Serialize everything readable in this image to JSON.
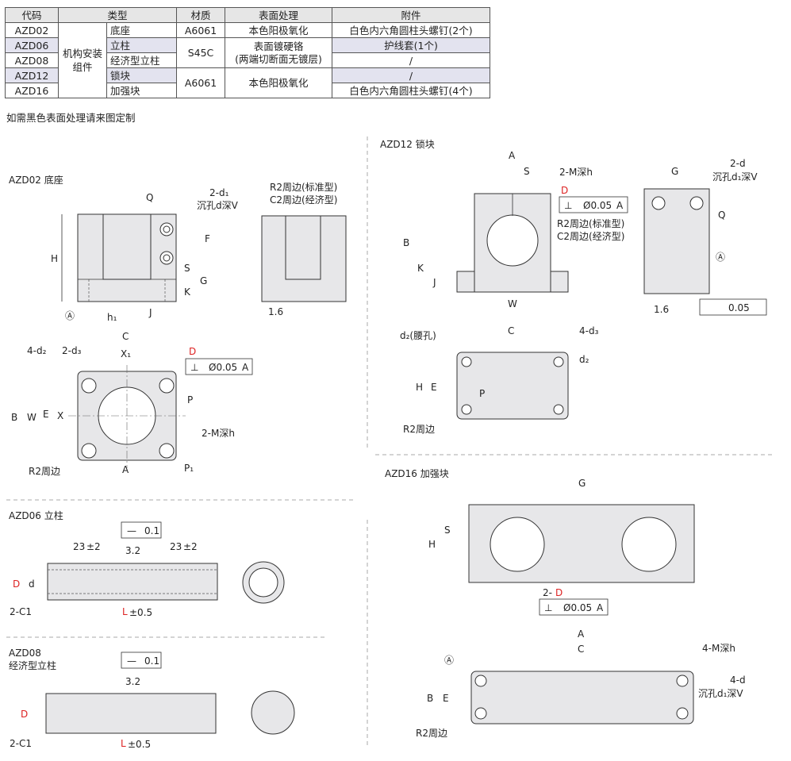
{
  "spec_table": {
    "header": [
      "代码",
      "类型",
      "材质",
      "表面处理",
      "附件"
    ],
    "group_type": "机构安装组件",
    "rows": [
      {
        "code": "AZD02",
        "type": "底座",
        "material": "A6061",
        "finish": "本色阳极氧化",
        "accessory": "白色内六角圆柱头螺钉(2个)"
      },
      {
        "code": "AZD06",
        "type": "立柱",
        "material": "S45C",
        "finish": "表面镀硬铬",
        "accessory": "护线套(1个)"
      },
      {
        "code": "AZD08",
        "type": "经济型立柱",
        "finish2": "(两端切断面无镀层)",
        "accessory": "/"
      },
      {
        "code": "AZD12",
        "type": "锁块",
        "material": "A6061",
        "finish": "本色阳极氧化",
        "accessory": "/"
      },
      {
        "code": "AZD16",
        "type": "加强块",
        "accessory": "白色内六角圆柱头螺钉(4个)"
      }
    ]
  },
  "note": "如需黑色表面处理请来图定制",
  "drawings": {
    "azd02": {
      "title": "AZD02 底座",
      "labels": {
        "Q": "Q",
        "d1": "2-d₁",
        "counterbore": "沉孔d深V",
        "H": "H",
        "F": "F",
        "S": "S",
        "G": "G",
        "K": "K",
        "h1": "h₁",
        "J": "J",
        "A_ref": "Ⓐ",
        "r2std": "R2周边(标准型)",
        "c2eco": "C2周边(经济型)",
        "rough": "1.6",
        "C": "C",
        "X1": "X₁",
        "d2": "4-d₂",
        "d3": "2-d₃",
        "D": "D",
        "perp": "⊥",
        "tol": "Ø0.05",
        "tolref": "A",
        "B": "B",
        "W": "W",
        "E": "E",
        "X": "X",
        "P": "P",
        "P1": "P₁",
        "M": "2-M深h",
        "A": "A",
        "r2": "R2周边"
      }
    },
    "azd12": {
      "title": "AZD12 锁块",
      "labels": {
        "A": "A",
        "S": "S",
        "M": "2-M深h",
        "D": "D",
        "perp": "⊥",
        "tol": "Ø0.05",
        "tolref": "A",
        "r2std": "R2周边(标准型)",
        "c2eco": "C2周边(经济型)",
        "B": "B",
        "K": "K",
        "J": "J",
        "W": "W",
        "G": "G",
        "d": "2-d",
        "counterbore": "沉孔d₁深V",
        "Q": "Q",
        "A_ref": "Ⓐ",
        "rough": "1.6",
        "flat": "0.05",
        "d2": "d₂(腰孔)",
        "C": "C",
        "d3": "4-d₃",
        "d2b": "d₂",
        "H": "H",
        "E": "E",
        "P": "P",
        "r2": "R2周边"
      }
    },
    "azd06": {
      "title": "AZD06 立柱",
      "labels": {
        "straight": "—",
        "tol": "0.1",
        "len1": "23",
        "len1tol": "±2",
        "len2": "23",
        "len2tol": "±2",
        "rough": "3.2",
        "D": "D",
        "d": "d",
        "chamfer": "2-C1",
        "L": "L",
        "Ltol": "±0.5"
      }
    },
    "azd08": {
      "title1": "AZD08",
      "title2": "经济型立柱",
      "labels": {
        "straight": "—",
        "tol": "0.1",
        "rough": "3.2",
        "D": "D",
        "chamfer": "2-C1",
        "L": "L",
        "Ltol": "±0.5"
      }
    },
    "azd16": {
      "title": "AZD16 加强块",
      "labels": {
        "G": "G",
        "S": "S",
        "H": "H",
        "D": "2-",
        "Dred": "D",
        "perp": "⊥",
        "tol": "Ø0.05",
        "tolref": "A",
        "A": "A",
        "C": "C",
        "A_ref": "Ⓐ",
        "M": "4-M深h",
        "d": "4-d",
        "counterbore": "沉孔d₁深V",
        "B": "B",
        "E": "E",
        "r2": "R2周边"
      }
    }
  },
  "colors": {
    "accent": "#d22222",
    "part_fill": "#e7e7e9",
    "line": "#333333"
  }
}
